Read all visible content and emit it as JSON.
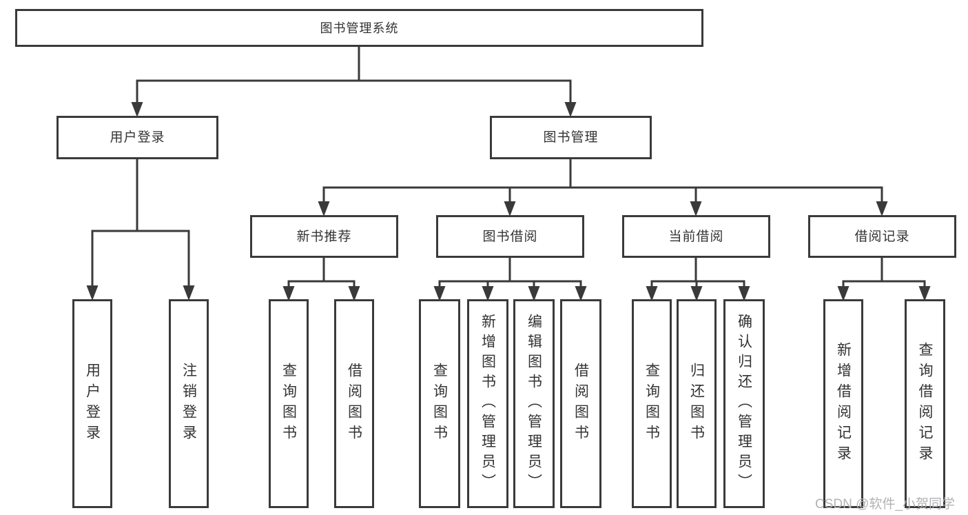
{
  "tree": {
    "label": "图书管理系统",
    "children": [
      {
        "label": "用户登录",
        "children": [
          {
            "label": "用户登录"
          },
          {
            "label": "注销登录"
          }
        ]
      },
      {
        "label": "图书管理",
        "children": [
          {
            "label": "新书推荐",
            "children": [
              {
                "label": "查询图书"
              },
              {
                "label": "借阅图书"
              }
            ]
          },
          {
            "label": "图书借阅",
            "children": [
              {
                "label": "查询图书"
              },
              {
                "label": "新增图书（管理员）"
              },
              {
                "label": "编辑图书（管理员）"
              },
              {
                "label": "借阅图书"
              }
            ]
          },
          {
            "label": "当前借阅",
            "children": [
              {
                "label": "查询图书"
              },
              {
                "label": "归还图书"
              },
              {
                "label": "确认归还（管理员）"
              }
            ]
          },
          {
            "label": "借阅记录",
            "children": [
              {
                "label": "新增借阅记录"
              },
              {
                "label": "查询借阅记录"
              }
            ]
          }
        ]
      }
    ]
  },
  "watermark": {
    "text": "CSDN @软件_小贺同学"
  },
  "colors": {
    "line": "#3a3a3a",
    "box_border": "#3a3a3a",
    "text": "#333333",
    "background": "#ffffff",
    "watermark": "#b2b2b6"
  }
}
